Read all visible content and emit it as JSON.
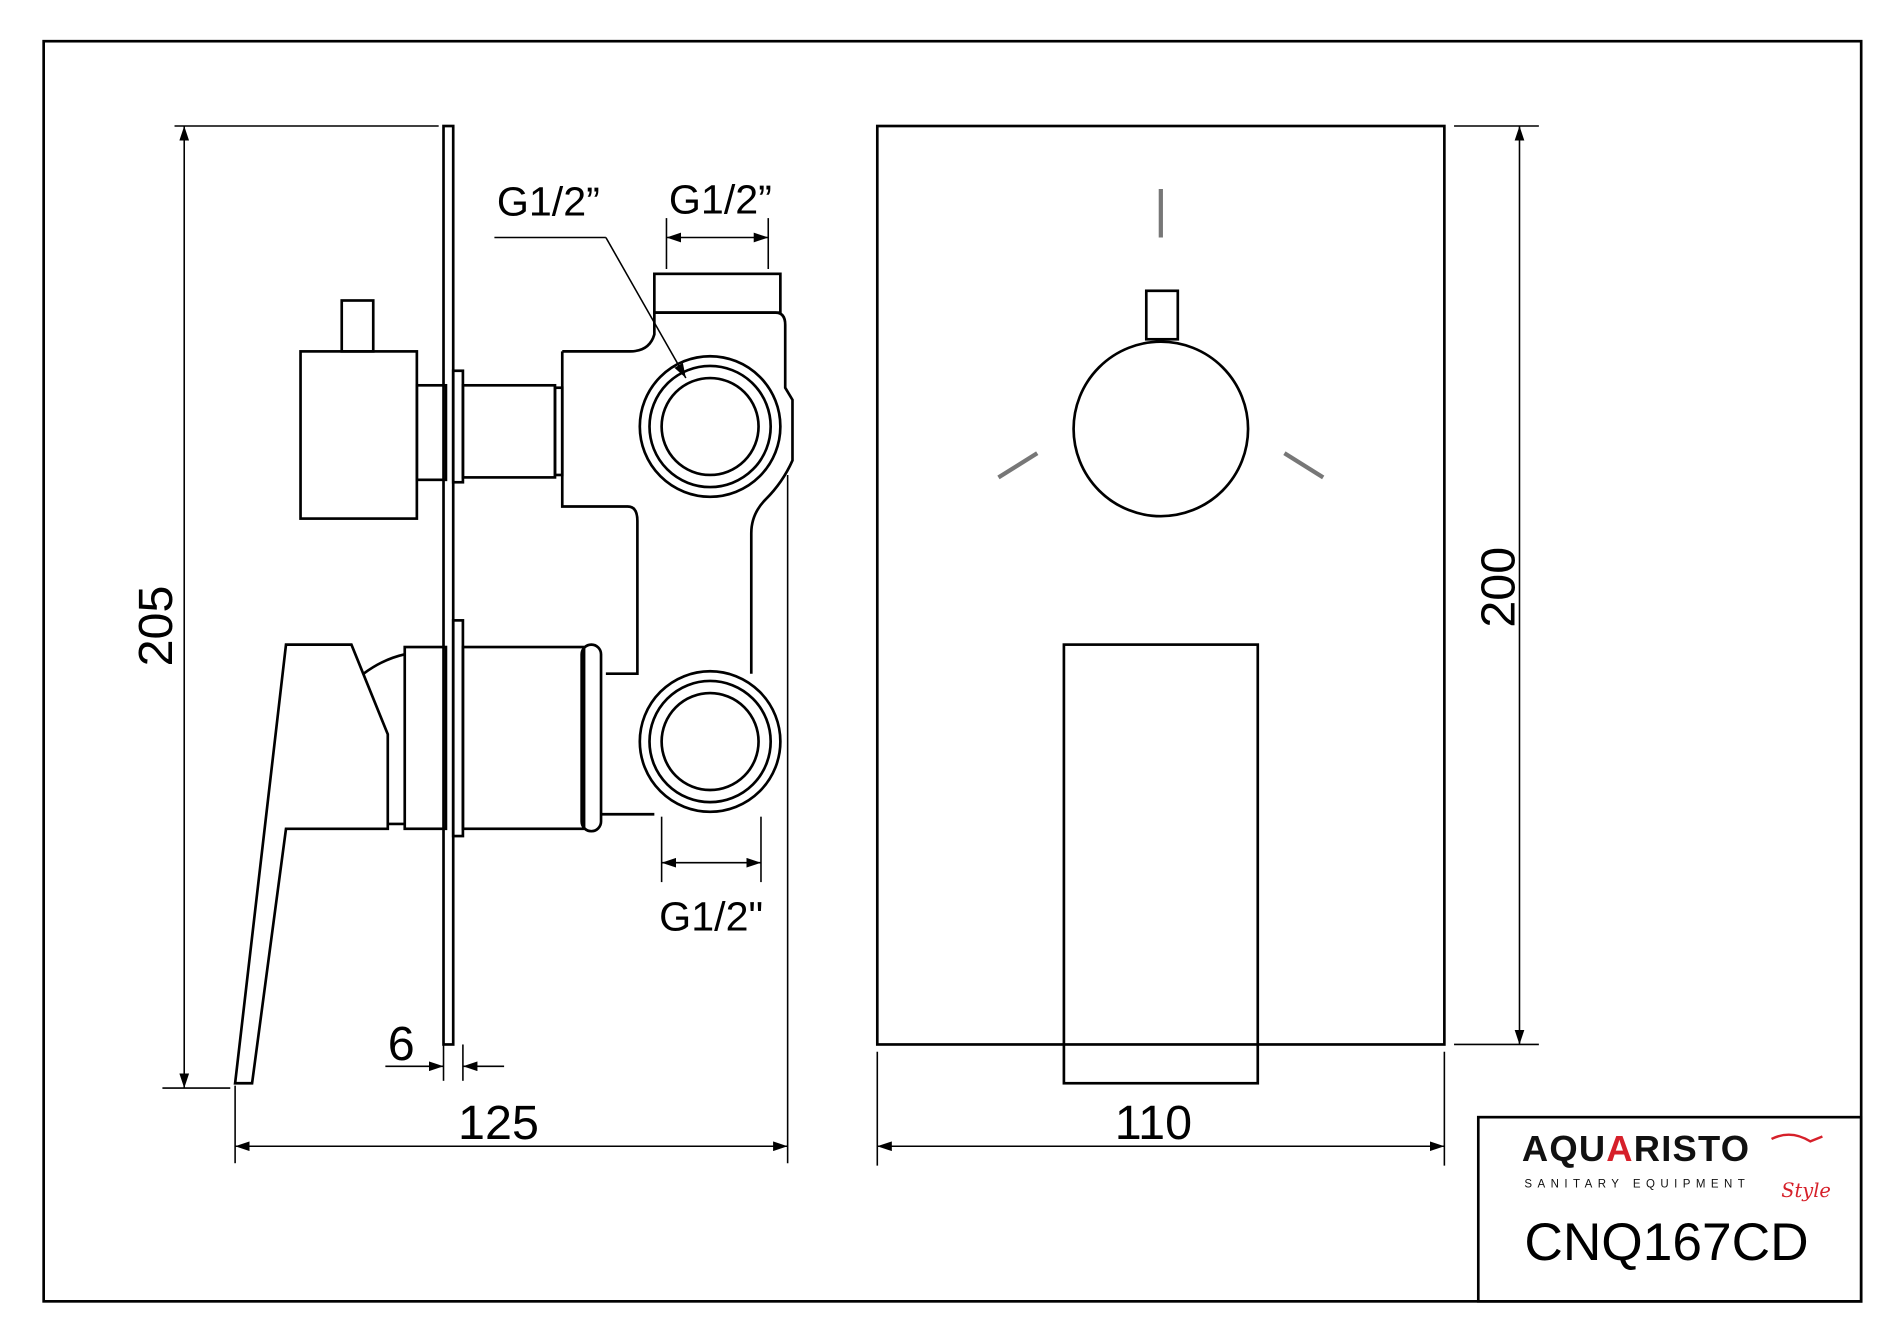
{
  "drawing": {
    "dimensions": {
      "side_height": "205",
      "side_depth": "125",
      "plate_thickness": "6",
      "front_height": "200",
      "front_width": "110"
    },
    "connections": {
      "upper_port": "G1/2”",
      "top_port": "G1/2”",
      "lower_port": "G1/2\""
    }
  },
  "title_block": {
    "brand": "AQUARISTO",
    "brand_sub": "SANITARY EQUIPMENT",
    "brand_script": "Style",
    "product_code": "CNQ167CD",
    "accent_color": "#d6202a"
  }
}
